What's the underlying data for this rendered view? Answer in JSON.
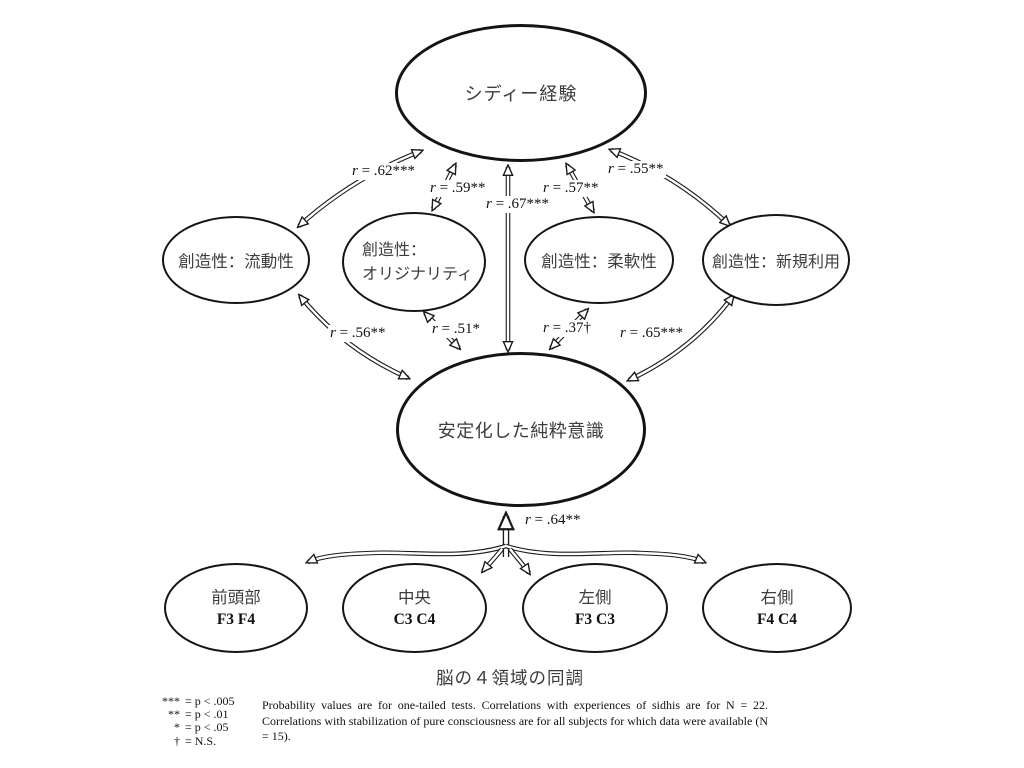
{
  "diagram": {
    "nodes": {
      "sidhi": {
        "label": "シディー経験"
      },
      "fluency": {
        "label": "創造性：流動性"
      },
      "originality": {
        "line1": "創造性：",
        "line2": "オリジナリティ"
      },
      "flexibility": {
        "label": "創造性：柔軟性"
      },
      "new_uses": {
        "label": "創造性：新規利用"
      },
      "pure_consciousness": {
        "label": "安定化した純粋意識"
      },
      "frontal": {
        "region": "前頭部",
        "electrodes": "F3 F4"
      },
      "central": {
        "region": "中央",
        "electrodes": "C3 C4"
      },
      "left": {
        "region": "左側",
        "electrodes": "F3 C3"
      },
      "right": {
        "region": "右側",
        "electrodes": "F4 C4"
      }
    },
    "correlations": {
      "sidhi_fluency": "r = .62***",
      "sidhi_originality": "r = .59**",
      "sidhi_flexibility": "r = .57**",
      "sidhi_new_uses": "r = .55**",
      "sidhi_pure": "r = .67***",
      "pure_fluency": "r = .56**",
      "pure_originality": "r = .51*",
      "pure_flexibility": "r = .37†",
      "pure_new_uses": "r = .65***",
      "pure_brain": "r = .64**"
    },
    "caption": "脳の４領域の同調",
    "legend": [
      {
        "sym": "***",
        "text": "= p < .005"
      },
      {
        "sym": "**",
        "text": "= p < .01"
      },
      {
        "sym": "*",
        "text": "= p < .05"
      },
      {
        "sym": "†",
        "text": "= N.S."
      }
    ],
    "note": "Probability values are for one-tailed tests. Correlations with experiences of sidhis are for N = 22. Correlations with stabilization of pure consciousness are for all subjects for which data were available (N = 15)."
  },
  "colors": {
    "ink": "#1a1a1a",
    "node_text": "#3d3d3d",
    "background": "#ffffff"
  }
}
